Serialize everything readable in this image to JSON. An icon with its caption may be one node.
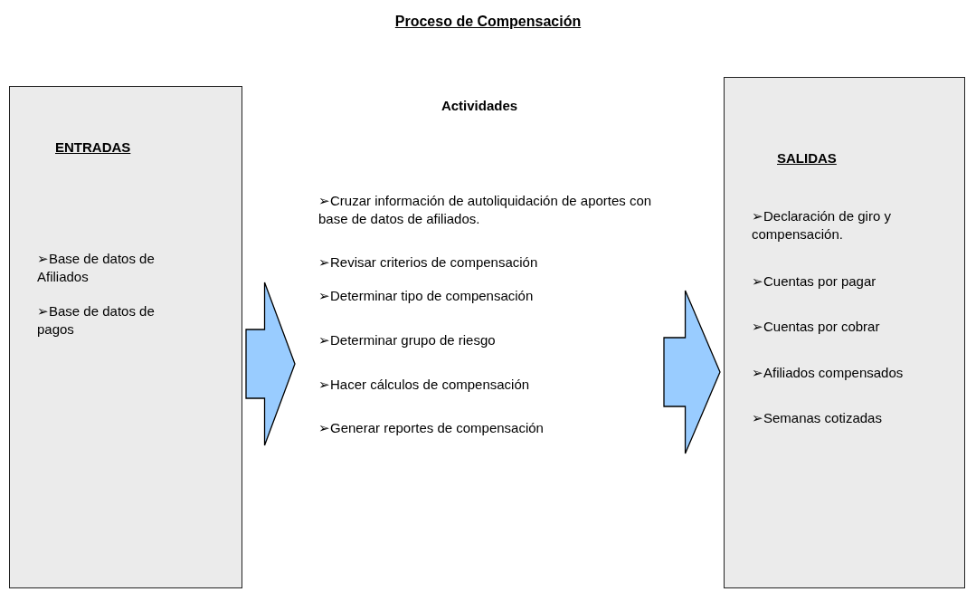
{
  "diagram": {
    "title": "Proceso de Compensación",
    "nodes": [
      {
        "text": [
          "ENTRADAS",
          "➢Base de datos de Afiliados",
          "➢Base de datos de pagos"
        ]
      },
      {
        "text": [
          "Actividades",
          "➢Cruzar información de autoliquidación de aportes con base de datos de afiliados.",
          "➢Revisar criterios de compensación",
          "➢Determinar tipo de compensación",
          "➢Determinar grupo de riesgo",
          "➢Hacer cálculos de compensación",
          "➢Generar reportes de compensación"
        ]
      },
      {
        "text": [
          "SALIDAS",
          "➢Declaración de giro y compensación.",
          "➢Cuentas por pagar",
          "➢Cuentas por cobrar",
          "➢Afiliados compensados",
          "➢Semanas cotizadas"
        ]
      }
    ],
    "edges": [
      {
        "from": 0,
        "to": 1,
        "arrow": "to"
      },
      {
        "from": 1,
        "to": 2,
        "arrow": "to"
      }
    ]
  }
}
